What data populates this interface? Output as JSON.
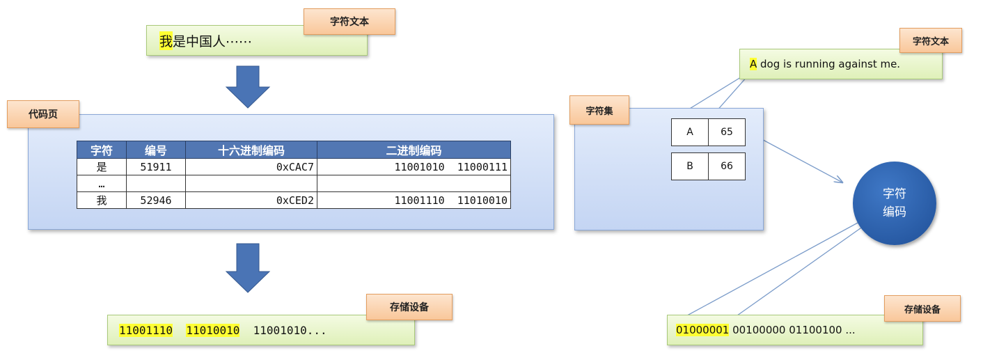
{
  "left": {
    "top_text_label": "字符文本",
    "top_text_highlight": "我",
    "top_text_rest": "是中国人⋯⋯",
    "codepage_label": "代码页",
    "table": {
      "headers": [
        "字符",
        "编号",
        "十六进制编码",
        "二进制编码"
      ],
      "rows": [
        [
          "是",
          "51911",
          "0xCAC7",
          "11001010  11000111"
        ],
        [
          "…",
          "",
          "",
          ""
        ],
        [
          "我",
          "52946",
          "0xCED2",
          "11001110  11010010"
        ]
      ]
    },
    "storage_label": "存储设备",
    "storage_highlight_1": "11001110",
    "storage_highlight_2": "11010010",
    "storage_rest": "11001010..."
  },
  "right": {
    "top_text_label": "字符文本",
    "top_text_highlight": "A",
    "top_text_rest": " dog is running against me.",
    "charset_label": "字符集",
    "charset_cells": [
      {
        "char": "A",
        "code": "65"
      },
      {
        "char": "B",
        "code": "66"
      }
    ],
    "encoding_line1": "字符",
    "encoding_line2": "编码",
    "storage_label": "存储设备",
    "storage_highlight": "01000001",
    "storage_rest": " 00100000 01100100 ..."
  },
  "colors": {
    "arrow_blue": "#4a74b5",
    "highlight": "#ffff33",
    "circle_blue": "#2a5ca8"
  }
}
